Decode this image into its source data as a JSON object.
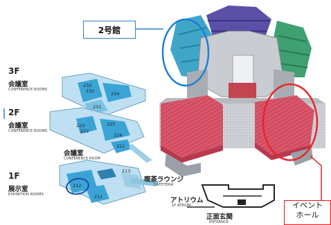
{
  "callouts": {
    "building2": "2号館",
    "event_hall_line1": "イベント",
    "event_hall_line2": "ホール"
  },
  "floors": {
    "f3": {
      "floor": "3F",
      "room_jp": "会議室",
      "room_en": "CONFERENCE ROOMS",
      "rooms": [
        "233",
        "232",
        "231",
        "234"
      ]
    },
    "f2": {
      "floor": "2F",
      "room_jp": "会議室",
      "room_en": "CONFERENCE ROOMS",
      "rooms": [
        "223",
        "222",
        "225",
        "224",
        "221"
      ]
    },
    "f1": {
      "floor": "1F",
      "room_jp": "展示室",
      "room_en": "EXHIBITION ROOMS",
      "conf_jp": "会議室",
      "conf_en": "CONFERENCE ROOM",
      "rooms": [
        "213",
        "212",
        "211"
      ]
    }
  },
  "cafeteria": {
    "jp": "喫茶ラウンジ",
    "en": "CAFETERIA"
  },
  "atrium": {
    "jp": "アトリウム",
    "en": "1F ATRIUM"
  },
  "entrance": {
    "jp": "正面玄関",
    "en": "ENTRANCE"
  },
  "colors": {
    "highlight_circle": "#1a7fd6",
    "event_circle": "#e8262a",
    "floor_plan_fill": "#bfe0f2",
    "floor_plan_room": "#3aa4d6",
    "red_hall": "#d9566a",
    "blue_tower": "#3fa6c8",
    "purple_tower": "#5b4fa8",
    "green_tower": "#3fa071"
  }
}
